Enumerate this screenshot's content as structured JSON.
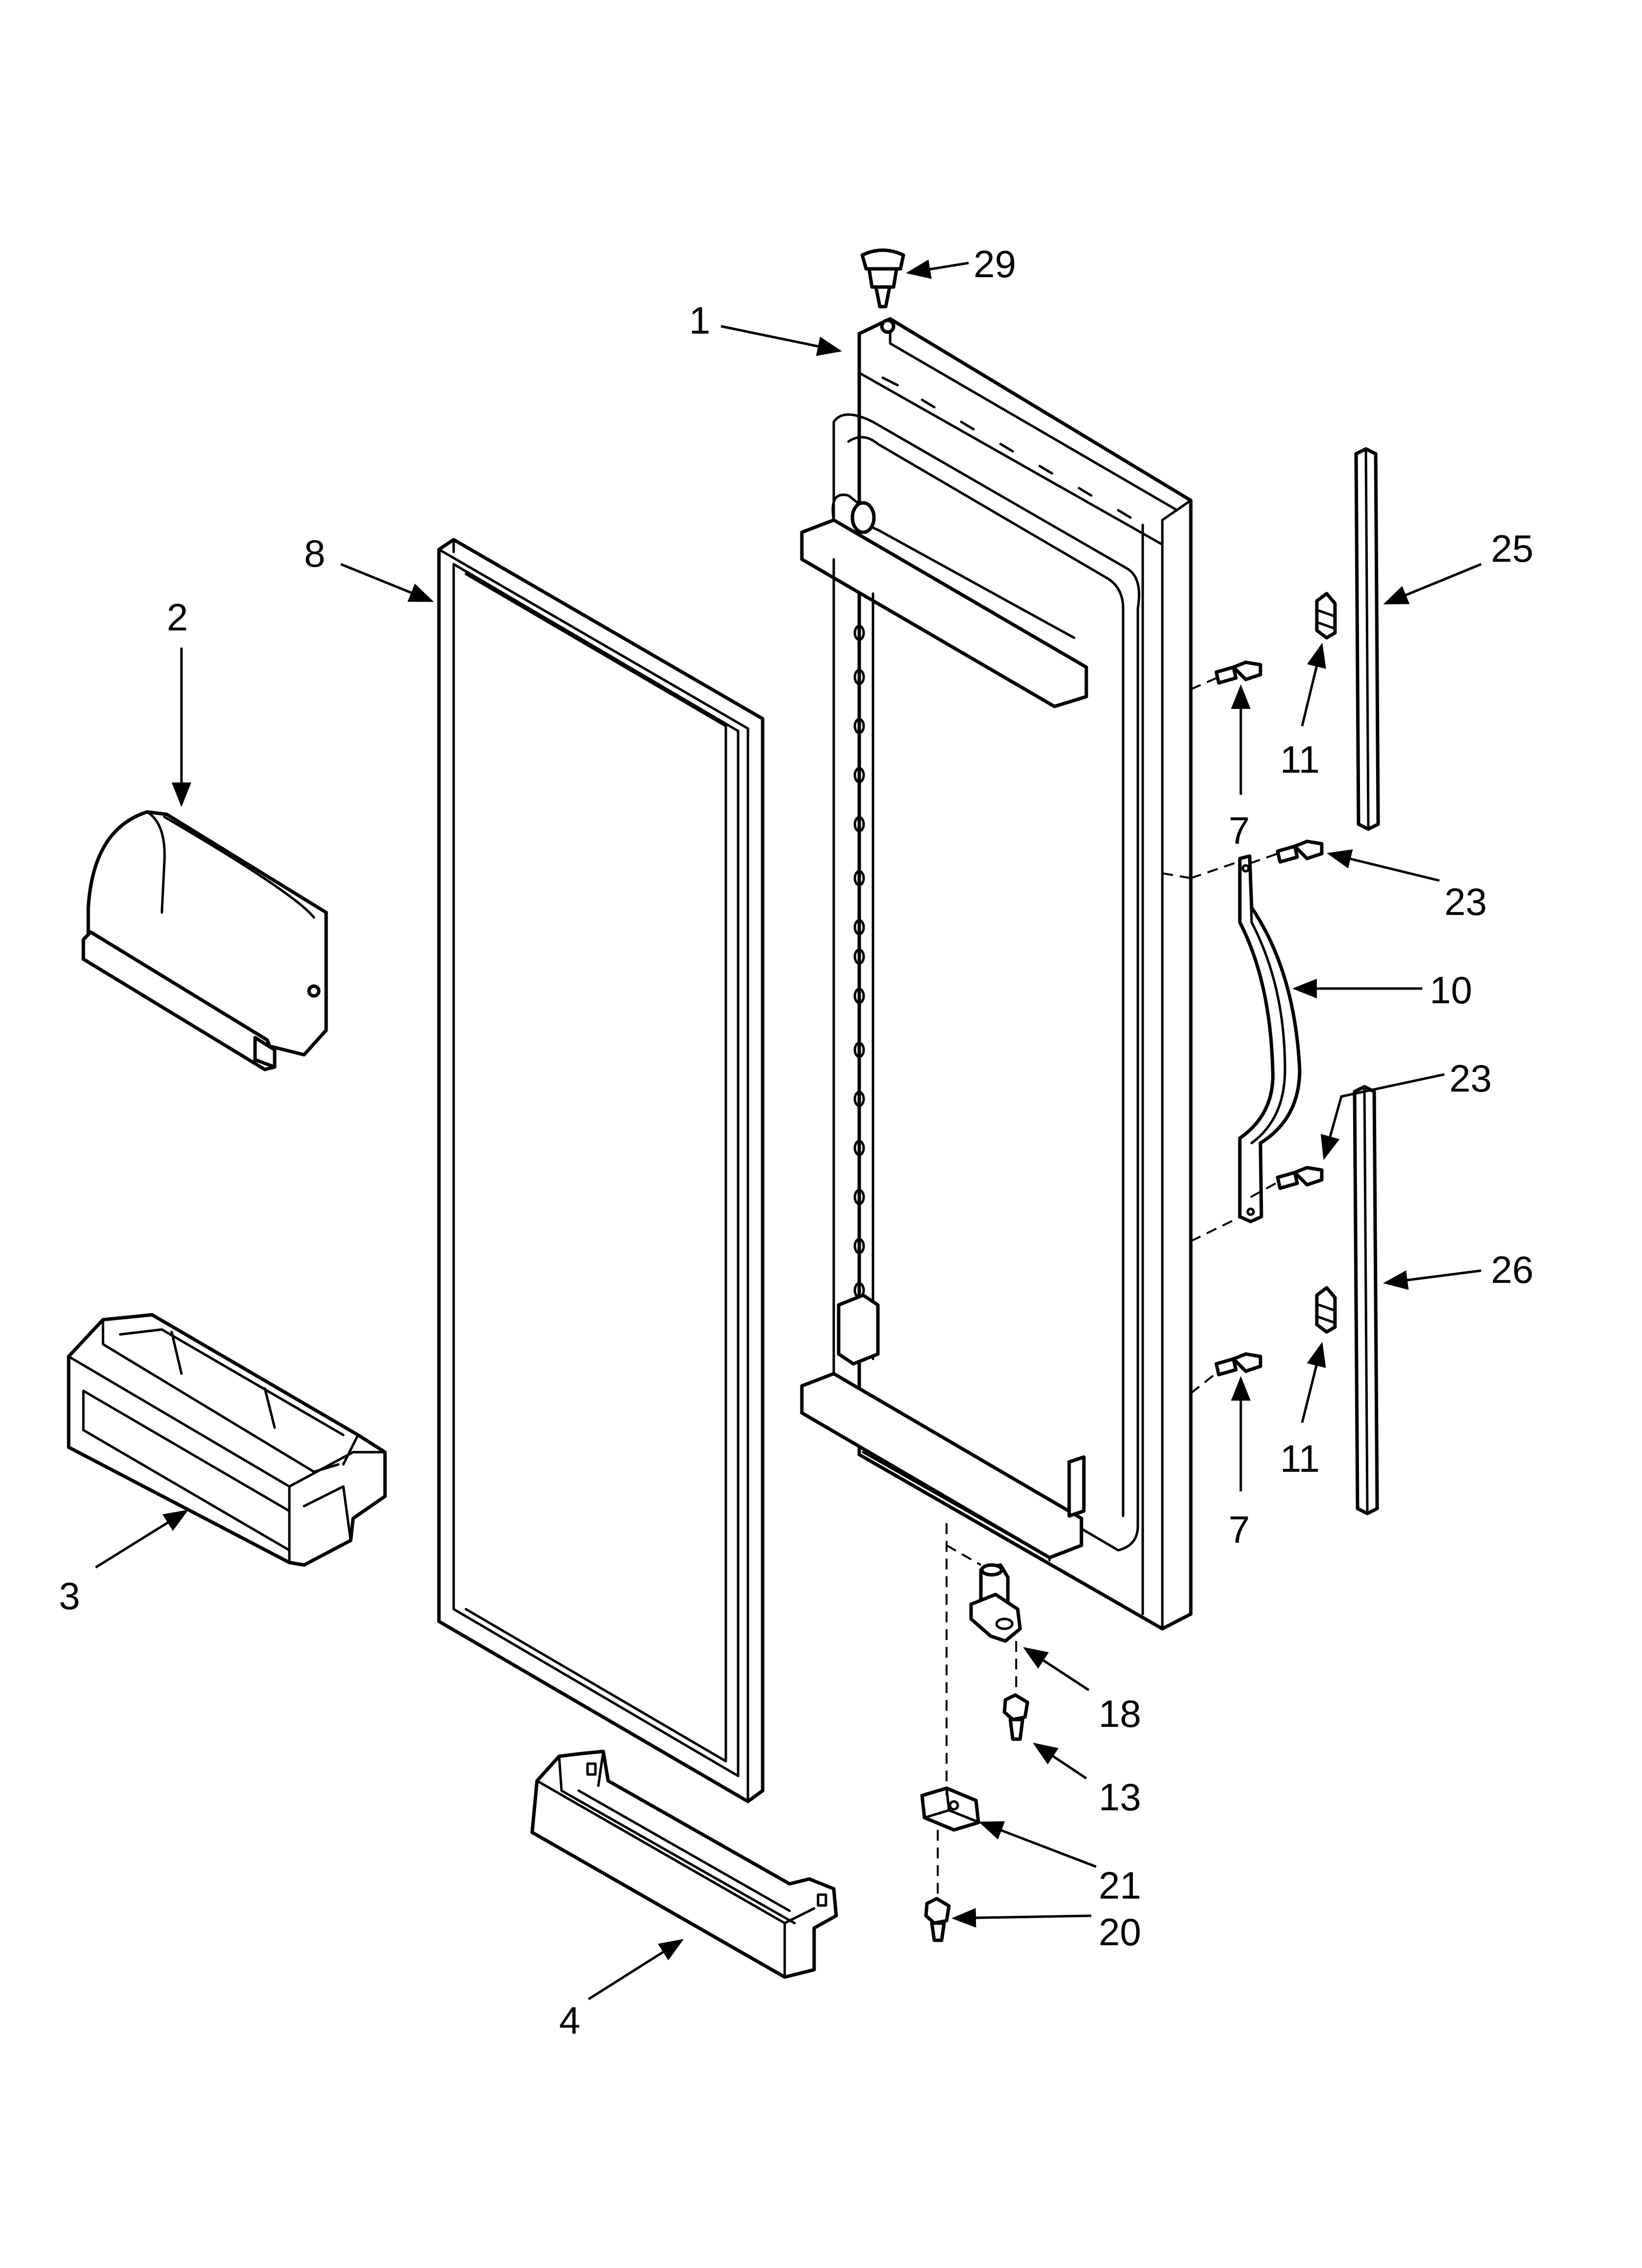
{
  "callouts": {
    "c29": "29",
    "c1": "1",
    "c8": "8",
    "c2": "2",
    "c25": "25",
    "c11a": "11",
    "c7a": "7",
    "c23a": "23",
    "c10": "10",
    "c23b": "23",
    "c26": "26",
    "c11b": "11",
    "c7b": "7",
    "c3": "3",
    "c18": "18",
    "c13": "13",
    "c21": "21",
    "c20": "20",
    "c4": "4"
  },
  "colors": {
    "line": "#000000",
    "background": "#ffffff"
  }
}
